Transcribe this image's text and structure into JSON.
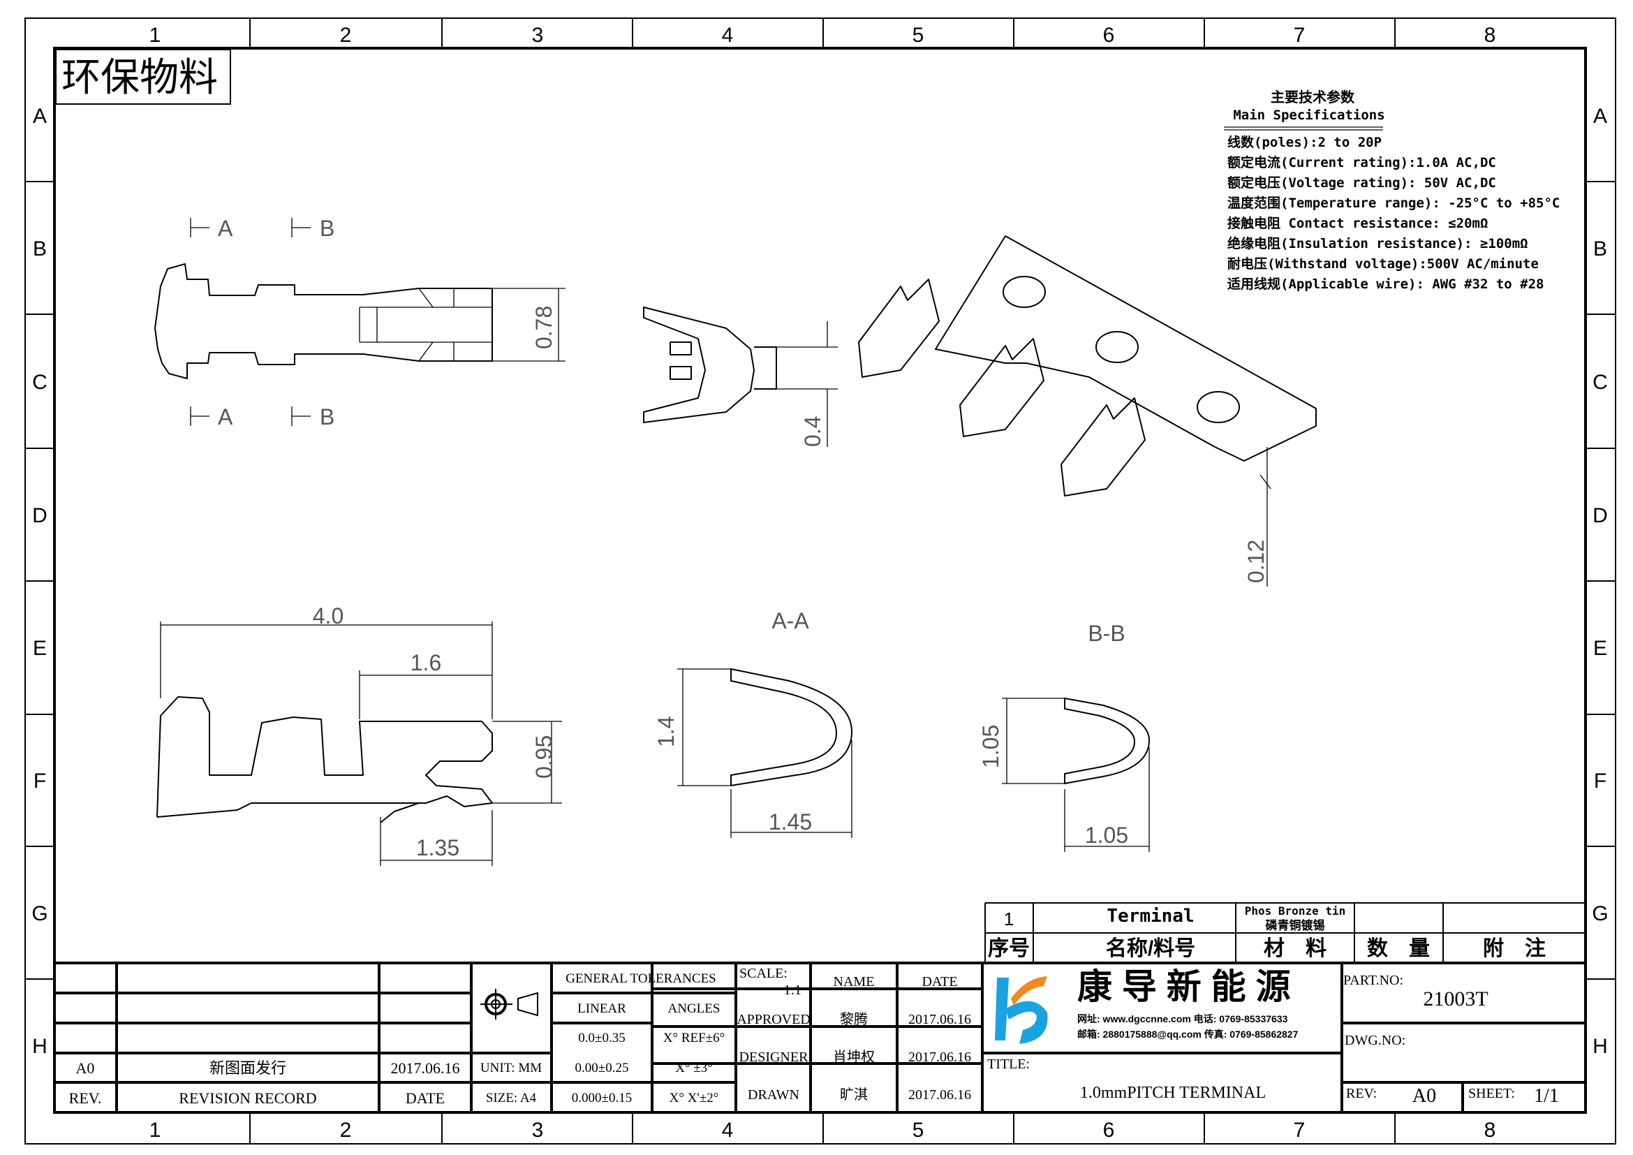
{
  "frame": {
    "columns": [
      "1",
      "2",
      "3",
      "4",
      "5",
      "6",
      "7",
      "8"
    ],
    "rows": [
      "A",
      "B",
      "C",
      "D",
      "E",
      "F",
      "G",
      "H"
    ]
  },
  "eco_label": "环保物料",
  "specs": {
    "title_cn": "主要技术参数",
    "title_en": "Main Specifications",
    "lines": [
      "线数(poles):2 to 20P",
      "额定电流(Current rating):1.0A AC,DC",
      "额定电压(Voltage rating): 50V AC,DC",
      "温度范围(Temperature range): -25°C to +85°C",
      "接触电阻 Contact resistance: ≤20mΩ",
      "绝缘电阻(Insulation resistance): ≥100mΩ",
      "耐电压(Withstand voltage):500V AC/minute",
      "适用线规(Applicable wire): AWG #32 to #28"
    ]
  },
  "views": {
    "section_a": "A",
    "section_b": "B",
    "section_aa": "A-A",
    "section_bb": "B-B"
  },
  "dimensions": {
    "d078": "0.78",
    "d04": "0.4",
    "d012": "0.12",
    "d40": "4.0",
    "d16": "1.6",
    "d095": "0.95",
    "d135": "1.35",
    "d14": "1.4",
    "d145": "1.45",
    "d105v": "1.05",
    "d105h": "1.05"
  },
  "bom": {
    "row": {
      "no": "1",
      "name": "Terminal",
      "material_en": "Phos Bronze tin",
      "material_cn": "磷青铜镀锡",
      "qty": "",
      "note": ""
    },
    "header": {
      "no": "序号",
      "name": "名称/料号",
      "material": "材　料",
      "qty": "数　量",
      "note": "附　注"
    }
  },
  "revision": {
    "rows": [
      {
        "rev": "",
        "record": "",
        "date": ""
      },
      {
        "rev": "",
        "record": "",
        "date": ""
      },
      {
        "rev": "",
        "record": "",
        "date": ""
      },
      {
        "rev": "A0",
        "record": "新图面发行",
        "date": "2017.06.16"
      }
    ],
    "header": {
      "rev": "REV.",
      "record": "REVISION RECORD",
      "date": "DATE"
    }
  },
  "tolerances": {
    "title": "GENERAL TOLERANCES",
    "linear": "LINEAR",
    "angles": "ANGLES",
    "unit": "UNIT: MM",
    "size": "SIZE: A4",
    "rows": [
      {
        "linear": "0.0±0.35",
        "angle": "X° REF±6°"
      },
      {
        "linear": "0.00±0.25",
        "angle": "X° ±3°"
      },
      {
        "linear": "0.000±0.15",
        "angle": "X° X'±2°"
      }
    ]
  },
  "approval": {
    "scale_label": "SCALE:",
    "scale_value": "1:1",
    "name_label": "NAME",
    "date_label": "DATE",
    "rows": [
      {
        "role": "APPROVED",
        "name": "黎腾",
        "date": "2017.06.16"
      },
      {
        "role": "DESIGNER",
        "name": "肖坤权",
        "date": "2017.06.16"
      },
      {
        "role": "DRAWN",
        "name": "旷淇",
        "date": "2017.06.16"
      }
    ]
  },
  "company": {
    "name": "康 导 新 能 源",
    "contact1": "网址: www.dgccnne.com  电话: 0769-85337633",
    "contact2": "邮箱: 2880175888@qq.com 传真: 0769-85862827",
    "colors": {
      "blue": "#1aa3e0",
      "orange": "#f08a1c"
    }
  },
  "titleblock": {
    "title_label": "TITLE:",
    "title": "1.0mmPITCH TERMINAL",
    "part_label": "PART.NO:",
    "part_no": "21003T",
    "dwg_label": "DWG.NO:",
    "dwg_no": "",
    "rev_label": "REV:",
    "rev": "A0",
    "sheet_label": "SHEET:",
    "sheet": "1/1"
  }
}
